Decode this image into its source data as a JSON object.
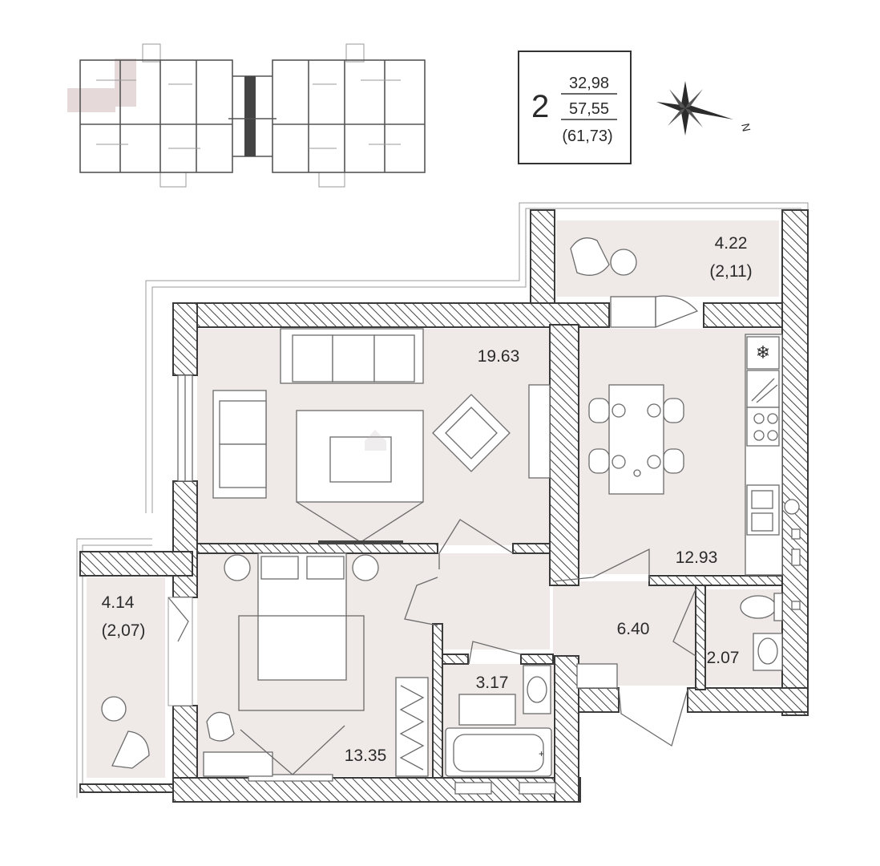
{
  "apartment": {
    "rooms": "2",
    "living_area": "32,98",
    "total_area": "57,55",
    "total_with_balconies": "(61,73)"
  },
  "compass": {
    "north_label": "N"
  },
  "rooms": {
    "balcony_top": {
      "area": "4.22",
      "reduced": "(2,11)"
    },
    "living_room": {
      "area": "19.63"
    },
    "kitchen": {
      "area": "12.93"
    },
    "balcony_left": {
      "area": "4.14",
      "reduced": "(2,07)"
    },
    "hall": {
      "area": "6.40"
    },
    "toilet": {
      "area": "2.07"
    },
    "bathroom": {
      "area": "3.17"
    },
    "bedroom": {
      "area": "13.35"
    }
  },
  "colors": {
    "floor": "#efe9e8",
    "wall_stroke": "#3a3a3a",
    "text": "#2b2b2b",
    "highlight": "#e7dcdc"
  }
}
